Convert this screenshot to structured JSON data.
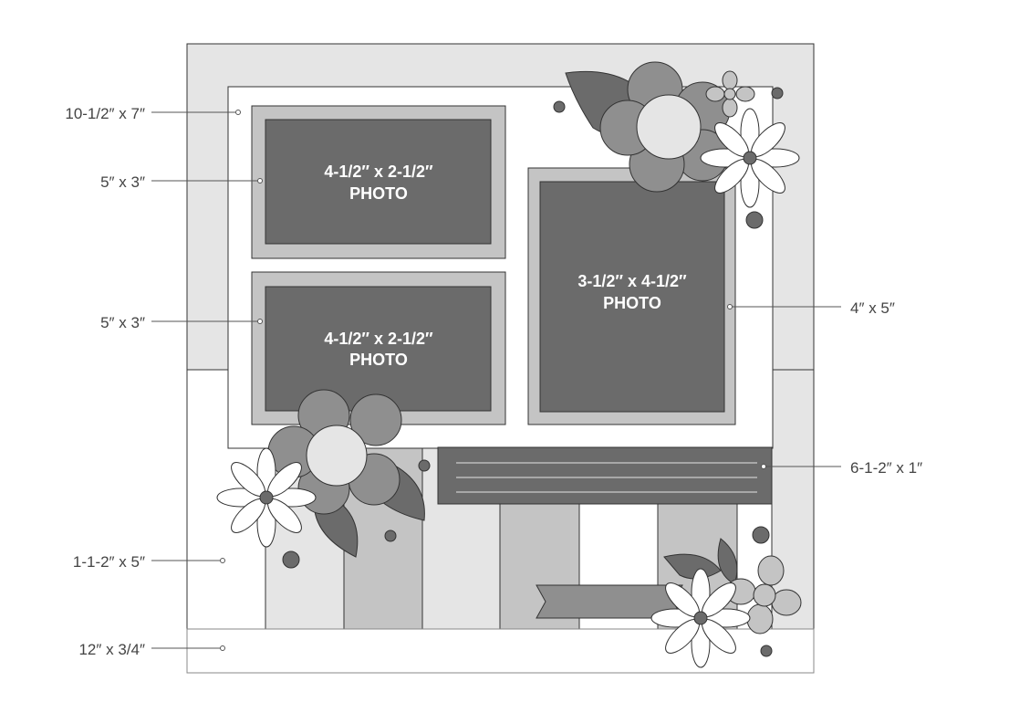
{
  "dimension_labels": {
    "background_panel": "10-1/2″ x 7″",
    "mat_top_left": "5″ x 3″",
    "mat_bottom_left": "5″ x 3″",
    "mat_right": "4″ x 5″",
    "title_strip": "6-1-2″ x 1″",
    "vertical_strips": "1-1-2″ x 5″",
    "bottom_border": "12″ x 3/4″"
  },
  "photos": {
    "top_left": {
      "size": "4-1/2″ x 2-1/2″",
      "caption": "PHOTO"
    },
    "bottom_left": {
      "size": "4-1/2″ x 2-1/2″",
      "caption": "PHOTO"
    },
    "right": {
      "size": "3-1/2″ x 4-1/2″",
      "caption": "PHOTO"
    }
  },
  "colors": {
    "background_light": "#e5e5e5",
    "mat_gray": "#c4c4c4",
    "photo_dark": "#6b6b6b",
    "strip_mid": "#8f8f8f",
    "outline": "#333333"
  }
}
